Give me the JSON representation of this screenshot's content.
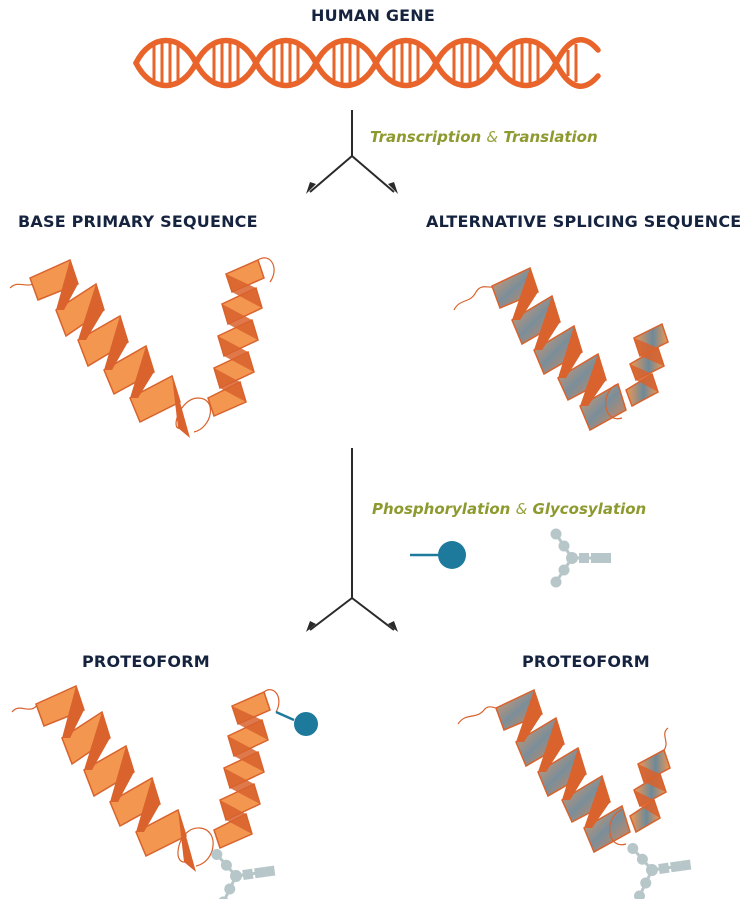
{
  "titles": {
    "gene": "HUMAN GENE",
    "base": "BASE PRIMARY SEQUENCE",
    "alternative": "ALTERNATIVE SPLICING SEQUENCE",
    "proteoform_left": "PROTEOFORM",
    "proteoform_right": "PROTEOFORM"
  },
  "steps": {
    "step1": {
      "first": "Transcription",
      "amp": "&",
      "second": "Translation"
    },
    "step2": {
      "first": "Phosphorylation",
      "amp": "&",
      "second": "Glycosylation"
    }
  },
  "colors": {
    "title": "#15233f",
    "step": "#8e9a2f",
    "dna": "#e8642a",
    "helix": "#f29650",
    "helix_dark": "#d9622d",
    "helix_blue": "#6c8a9a",
    "phospho": "#1e7a9c",
    "glycan": "#b7c6c8",
    "arrow": "#2a2a2a"
  },
  "icons": [
    "dna-helix-icon",
    "protein-ribbon-icon",
    "phosphate-icon",
    "glycan-icon",
    "arrow-icon"
  ]
}
